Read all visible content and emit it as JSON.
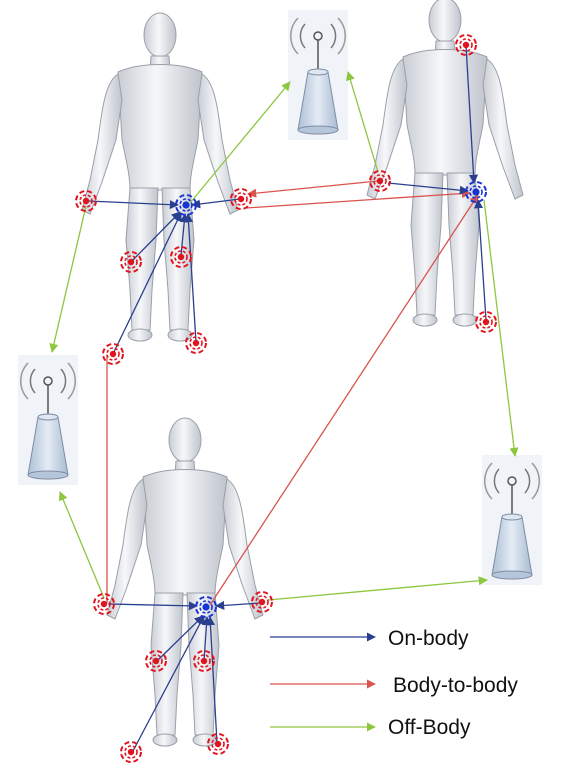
{
  "legend": {
    "on_body": "On-body",
    "body_to_body": "Body-to-body",
    "off_body": "Off-Body"
  },
  "colors": {
    "on_body": "#2b3f8f",
    "body_to_body": "#d9534f",
    "off_body": "#8dc63f",
    "sensor_red": "#e0141e",
    "sensor_blue": "#1733d6",
    "body_fill": "#e6e9ee",
    "body_stroke": "#9aa0aa",
    "antenna_fill": "#c9d6e6"
  },
  "icons": {
    "person": "human-body-icon",
    "access_point": "antenna-tower-icon",
    "sensor": "sensor-node-icon"
  }
}
